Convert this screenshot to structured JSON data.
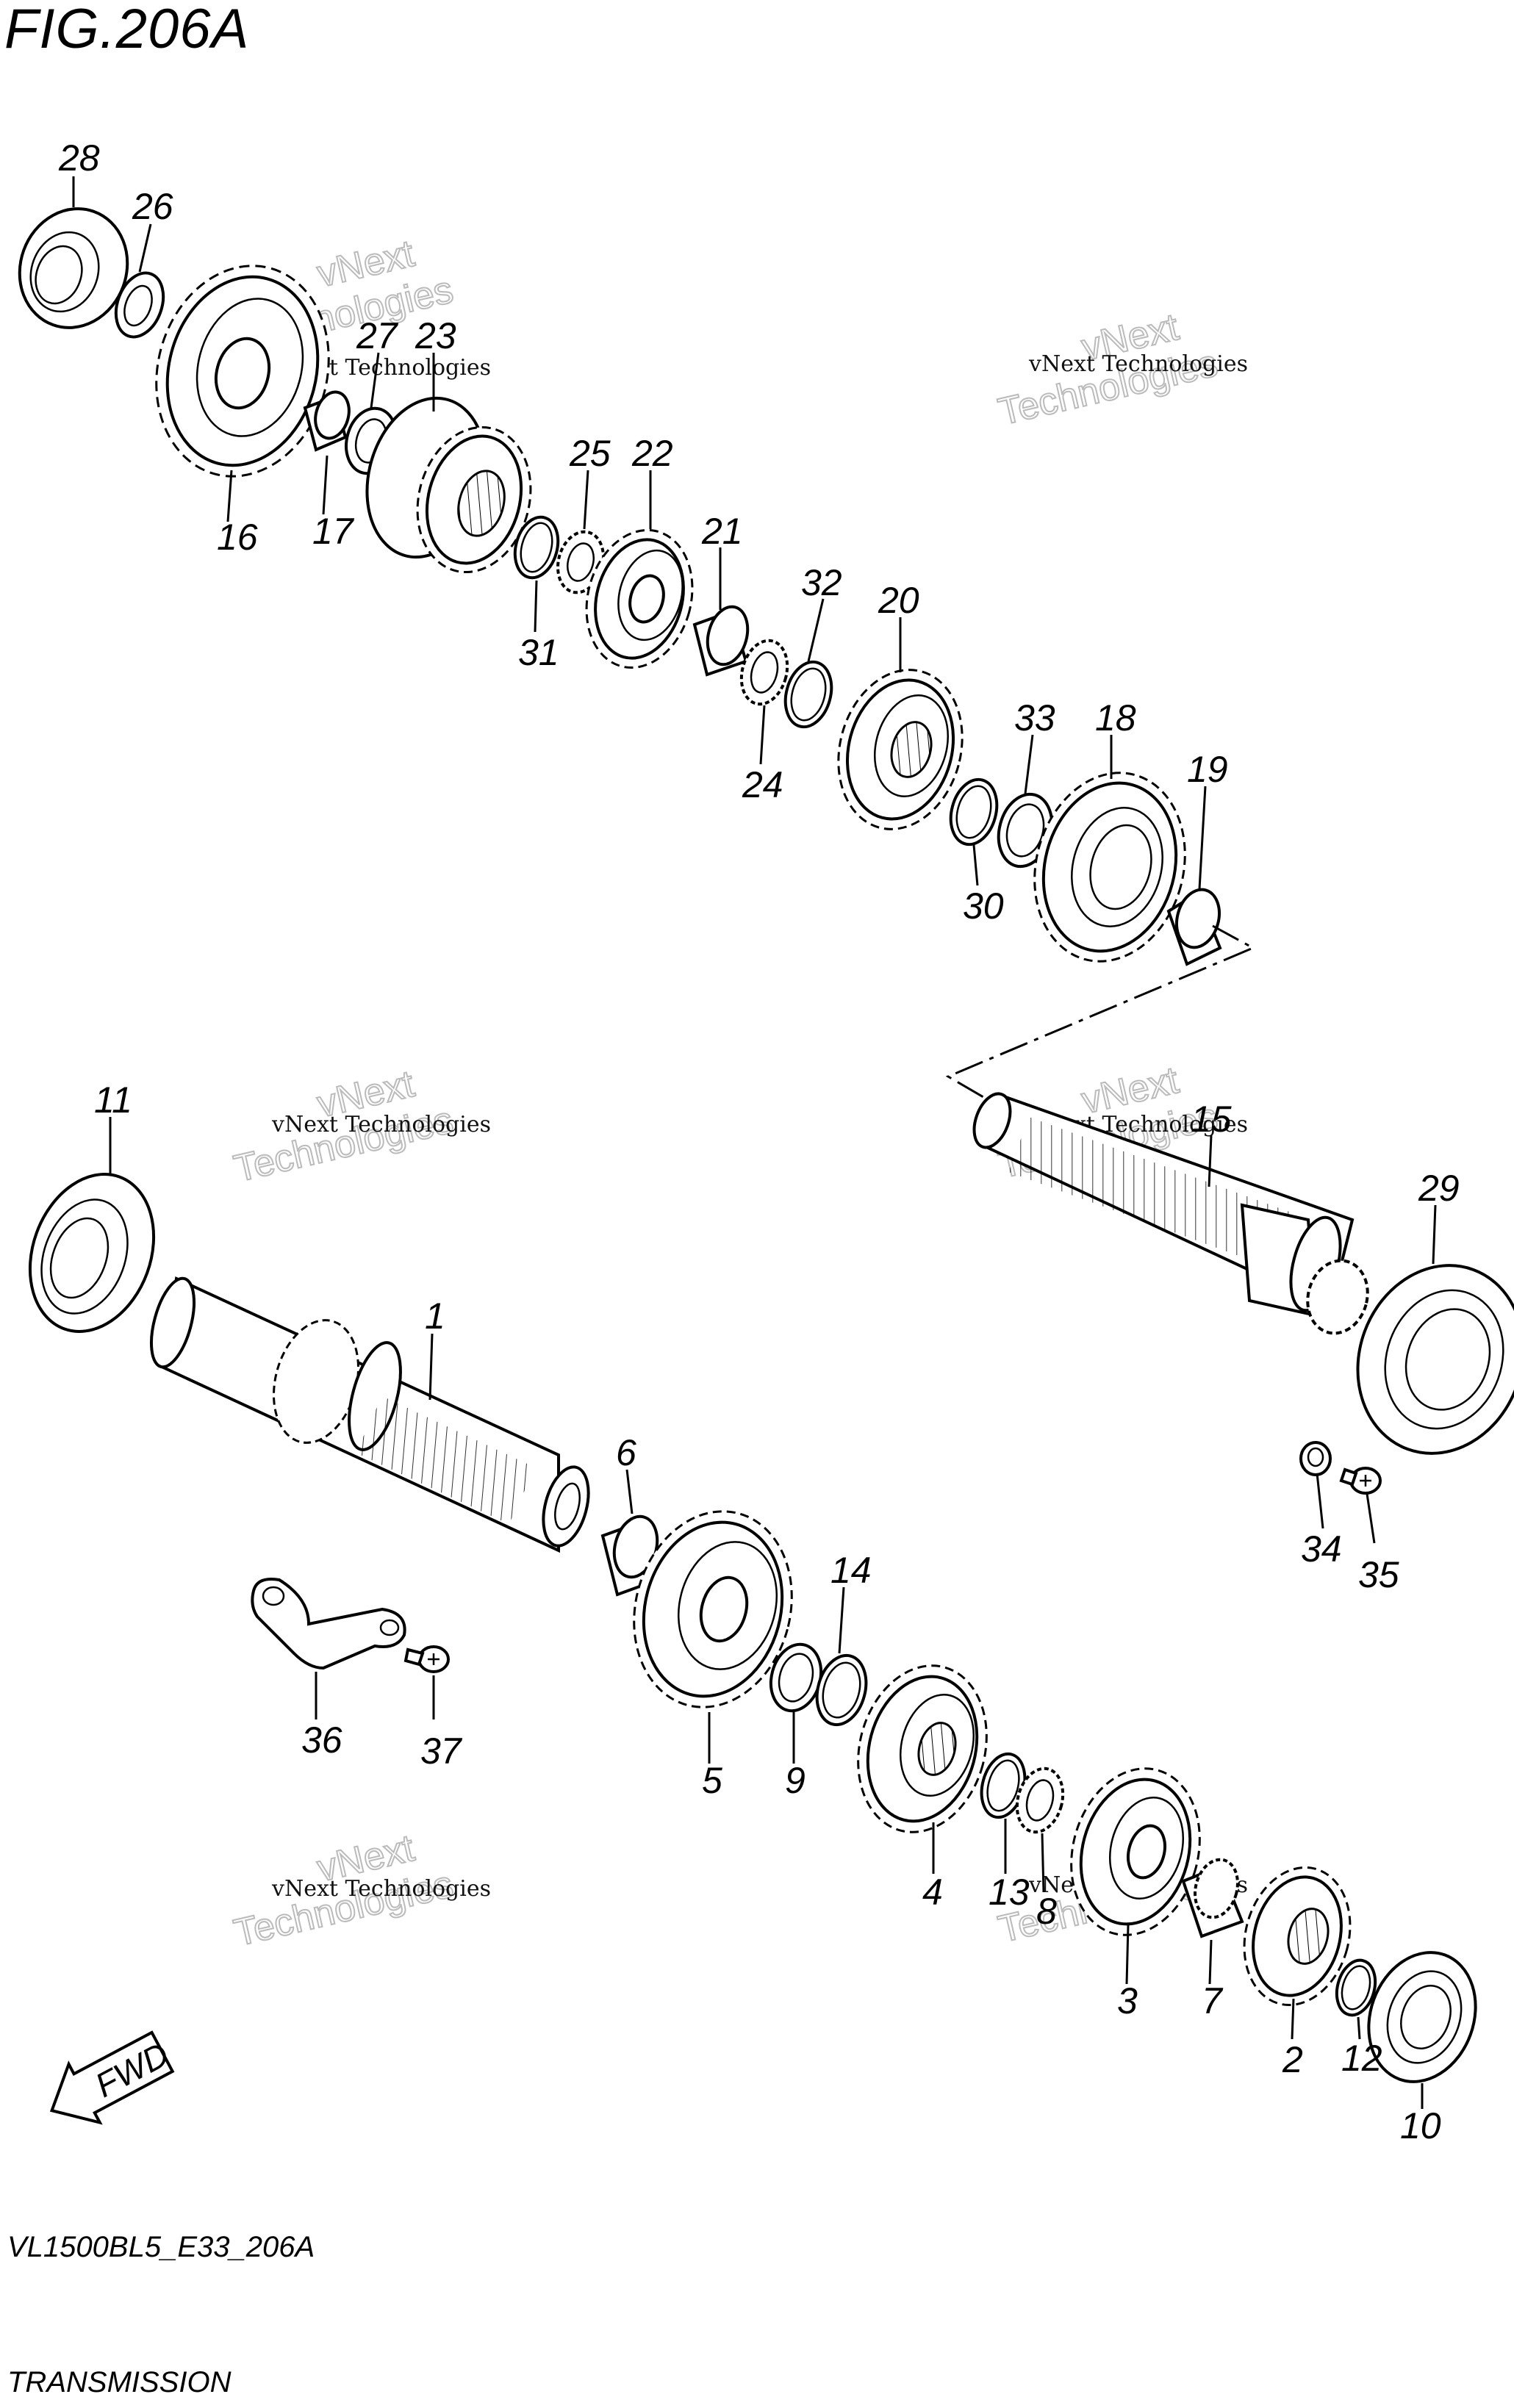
{
  "header": {
    "figure": "FIG.206A"
  },
  "footer": {
    "code": "VL1500BL5_E33_206A",
    "title": "TRANSMISSION"
  },
  "watermark": {
    "line1": "vNext Technologies",
    "line2": "vNext",
    "line3": "Technologies"
  },
  "fwd_label": "FWD",
  "callouts": [
    {
      "id": "c28",
      "text": "28"
    },
    {
      "id": "c26",
      "text": "26"
    },
    {
      "id": "c27",
      "text": "27"
    },
    {
      "id": "c23",
      "text": "23"
    },
    {
      "id": "c16",
      "text": "16"
    },
    {
      "id": "c17",
      "text": "17"
    },
    {
      "id": "c25",
      "text": "25"
    },
    {
      "id": "c22",
      "text": "22"
    },
    {
      "id": "c21",
      "text": "21"
    },
    {
      "id": "c31",
      "text": "31"
    },
    {
      "id": "c32",
      "text": "32"
    },
    {
      "id": "c20",
      "text": "20"
    },
    {
      "id": "c24",
      "text": "24"
    },
    {
      "id": "c33",
      "text": "33"
    },
    {
      "id": "c18",
      "text": "18"
    },
    {
      "id": "c19",
      "text": "19"
    },
    {
      "id": "c30",
      "text": "30"
    },
    {
      "id": "c11",
      "text": "11"
    },
    {
      "id": "c15",
      "text": "15"
    },
    {
      "id": "c29",
      "text": "29"
    },
    {
      "id": "c1",
      "text": "1"
    },
    {
      "id": "c6",
      "text": "6"
    },
    {
      "id": "c14",
      "text": "14"
    },
    {
      "id": "c34",
      "text": "34"
    },
    {
      "id": "c35",
      "text": "35"
    },
    {
      "id": "c36",
      "text": "36"
    },
    {
      "id": "c37",
      "text": "37"
    },
    {
      "id": "c5",
      "text": "5"
    },
    {
      "id": "c9",
      "text": "9"
    },
    {
      "id": "c4",
      "text": "4"
    },
    {
      "id": "c13",
      "text": "13"
    },
    {
      "id": "c8",
      "text": "8"
    },
    {
      "id": "c3",
      "text": "3"
    },
    {
      "id": "c7",
      "text": "7"
    },
    {
      "id": "c2",
      "text": "2"
    },
    {
      "id": "c12",
      "text": "12"
    },
    {
      "id": "c10",
      "text": "10"
    }
  ]
}
